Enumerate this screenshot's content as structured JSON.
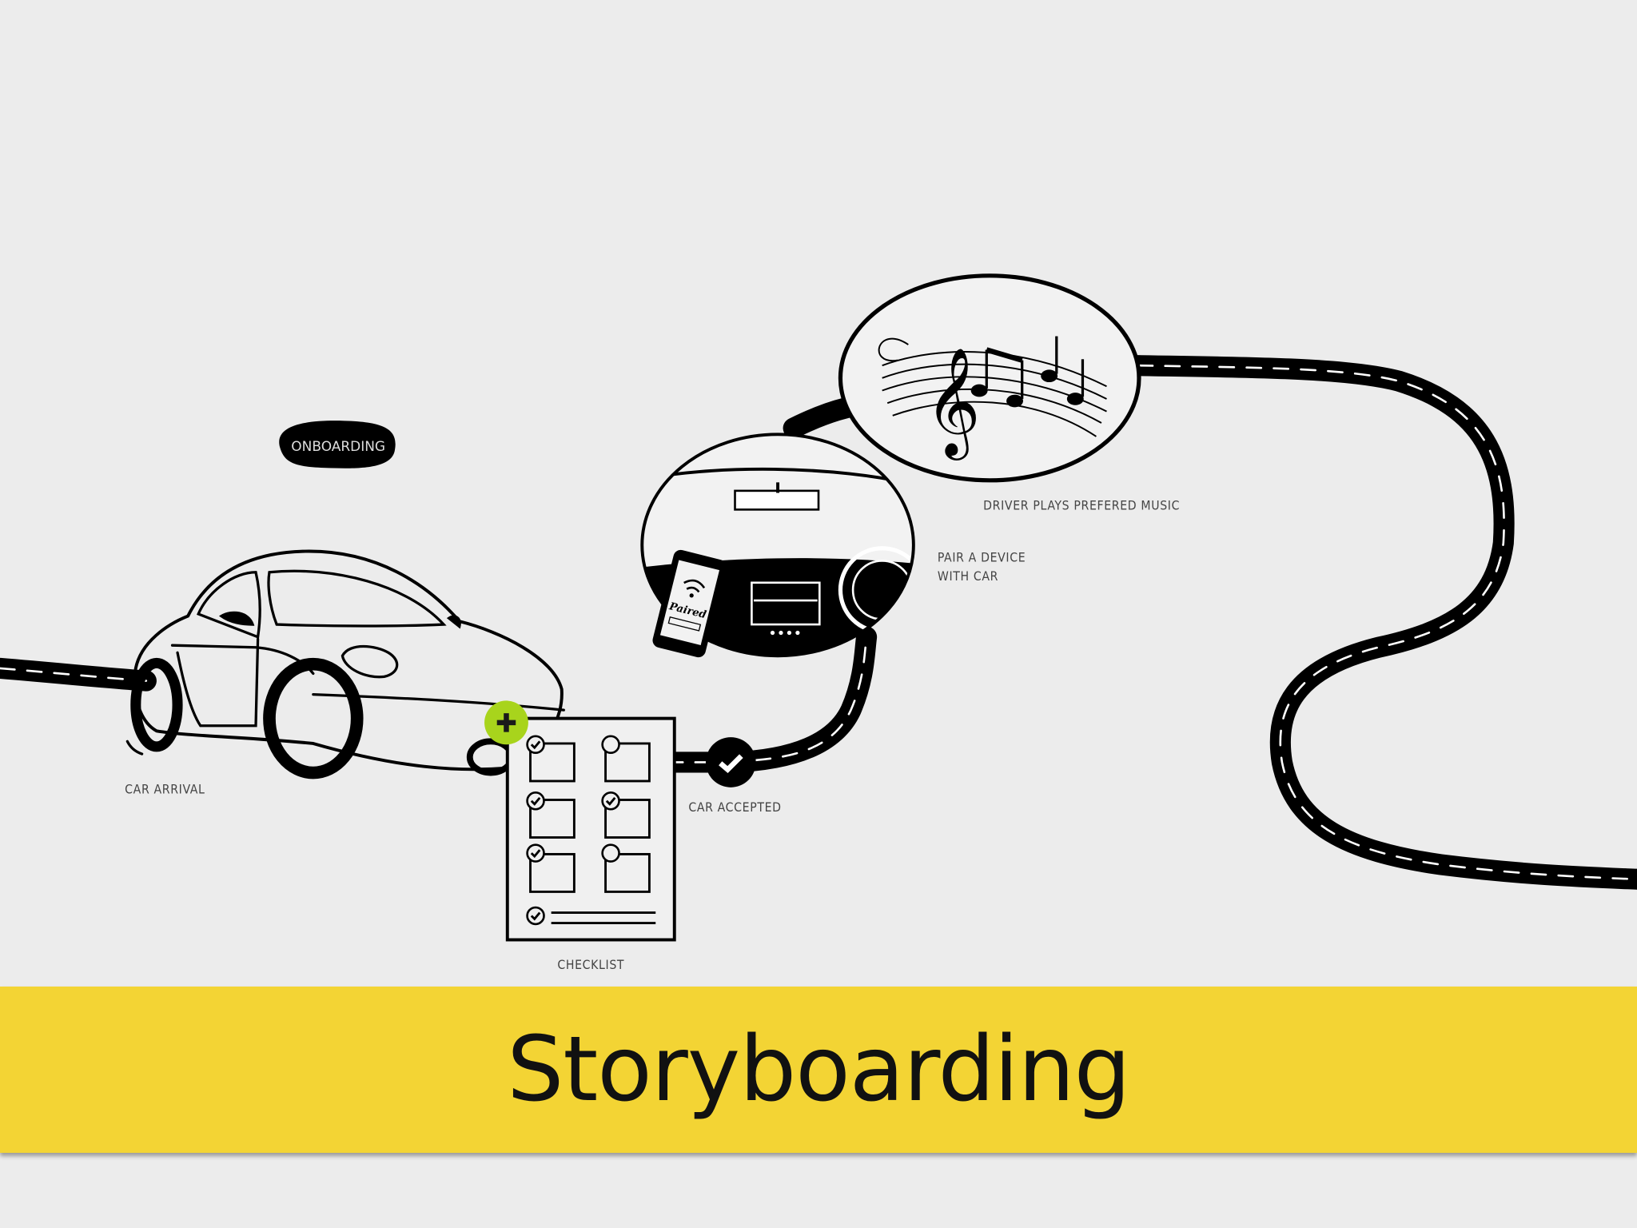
{
  "storyboard": {
    "stage_badge": "ONBOARDING",
    "steps": [
      {
        "label": "CAR ARRIVAL",
        "icon": "car-icon"
      },
      {
        "label": "CHECKLIST",
        "icon": "checklist-icon"
      },
      {
        "label": "CAR ACCEPTED",
        "icon": "check-circle-icon"
      },
      {
        "label_line1": "PAIR A DEVICE",
        "label_line2": "WITH CAR",
        "icon": "dashboard-phone-icon"
      },
      {
        "label": "DRIVER PLAYS PREFERED MUSIC",
        "icon": "music-notes-icon"
      }
    ],
    "phone_status": "Paired",
    "add_marker_color": "#a8d41c"
  },
  "banner": {
    "title": "Storyboarding",
    "color": "#f3d434"
  }
}
